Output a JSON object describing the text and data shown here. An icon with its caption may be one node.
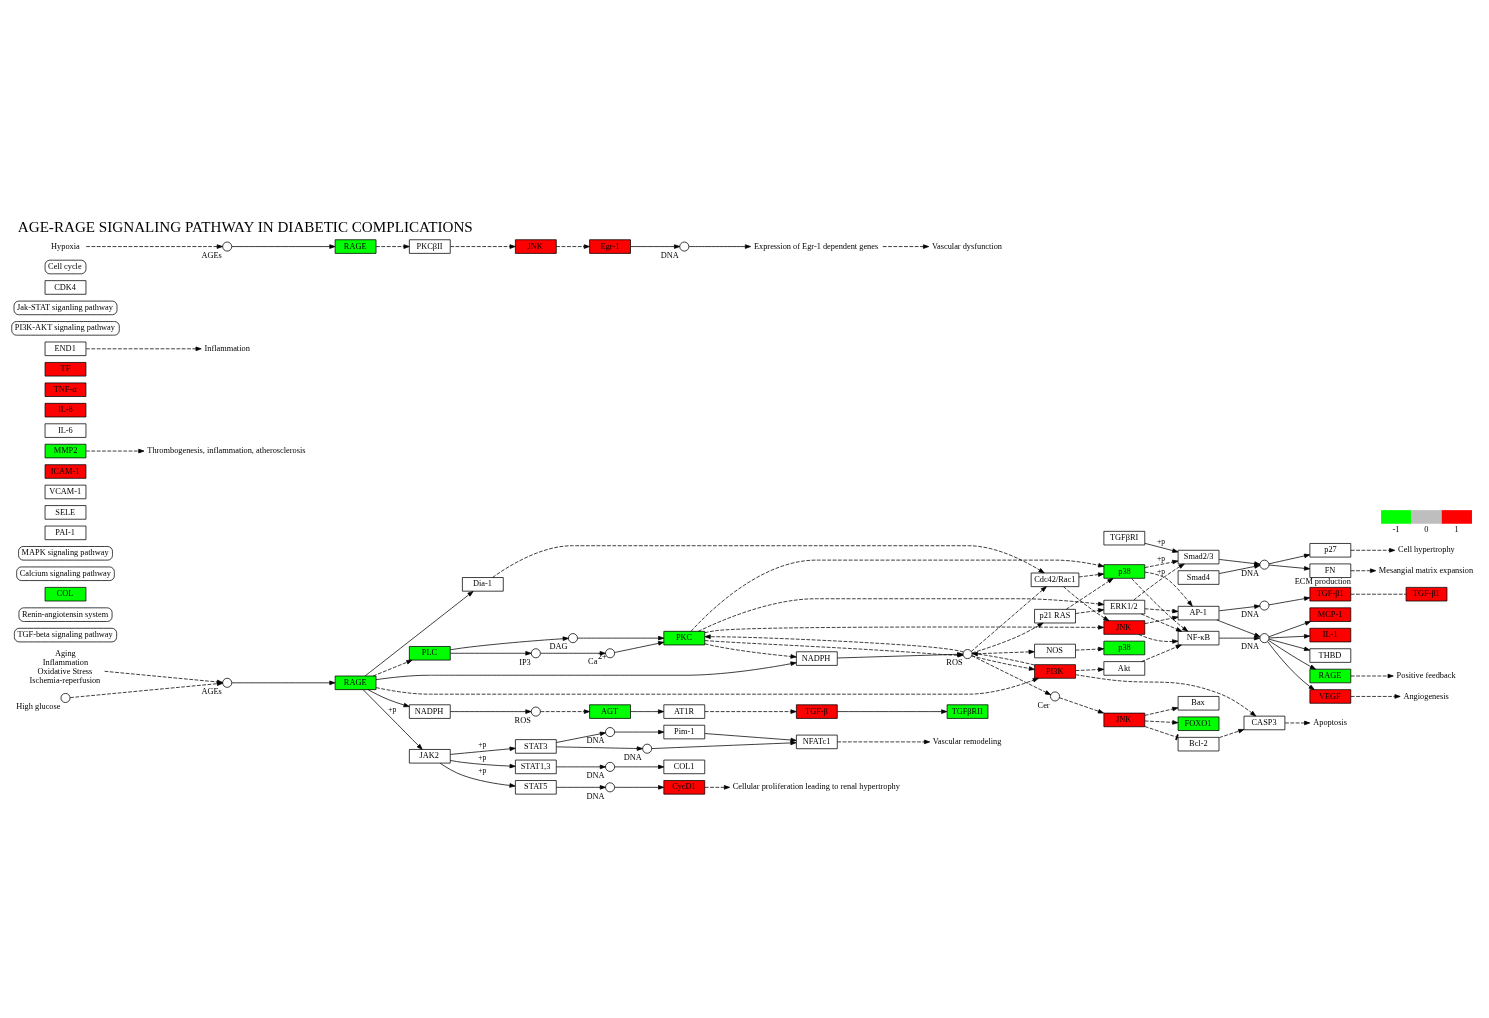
{
  "diagram": {
    "title": "AGE-RAGE SIGNALING PATHWAY IN DIABETIC COMPLICATIONS",
    "nodes": [
      {
        "text": [
          "TGFβRI"
        ]
      },
      {
        "text": [
          "TGFβRII"
        ]
      },
      {
        "text": [
          "TGF-β"
        ]
      },
      {
        "text": [
          "TGF-β1"
        ]
      },
      {
        "text": [
          "AGT"
        ]
      },
      {
        "text": [
          "AT1R"
        ]
      },
      {
        "text": [
          "TGF-beta signaling pathway"
        ]
      },
      {
        "text": [
          "Renin-angiotensin system"
        ]
      },
      {
        "text": [
          "Smad2/3"
        ]
      },
      {
        "text": [
          "Smad4"
        ]
      },
      {
        "text": [],
        "shape": "circle",
        "beside": [
          "DNA"
        ]
      },
      {
        "text": [
          "p27"
        ]
      },
      {
        "text": [
          "FN"
        ],
        "beside": [
          "ECM production"
        ]
      },
      {
        "text": [
          "COL"
        ]
      },
      {
        "text": [
          "Cell hypertrophy"
        ]
      },
      {
        "text": [
          "Mesangial matrix expansion"
        ]
      },
      {
        "text": [],
        "shape": "circle",
        "beside": [
          "ROS"
        ]
      },
      {
        "text": [
          "NADPH"
        ]
      },
      {
        "text": [
          "PLC"
        ]
      },
      {
        "text": [],
        "shape": "circle",
        "beside": [
          "DAG"
        ]
      },
      {
        "text": [],
        "shape": "circle",
        "beside": [
          "IP3"
        ]
      },
      {
        "text": [],
        "shape": "circle",
        "beside": [
          "Ca$^{2+}$"
        ]
      },
      {
        "text": [
          "PKC"
        ]
      },
      {
        "text": [
          "Calcium signaling pathway"
        ]
      },
      {
        "text": [
          "Dia-1"
        ]
      },
      {
        "text": [
          "p21 RAS"
        ]
      },
      {
        "text": [
          "Cdc42/Rac1"
        ]
      },
      {
        "text": [],
        "shape": "circle",
        "beside": [
          "ROS"
        ]
      },
      {
        "text": [
          "ERK1/2"
        ]
      },
      {
        "text": [
          "p38"
        ]
      },
      {
        "text": [
          "JNK"
        ]
      },
      {
        "text": [
          "MAPK signaling pathway"
        ]
      },
      {
        "text": [
          "AP-1"
        ]
      },
      {
        "text": [
          "NF-κB"
        ]
      },
      {
        "text": [],
        "shape": "circle",
        "beside": [
          "DNA"
        ]
      },
      {
        "text": [
          "TGF-β1"
        ]
      },
      {
        "text": [],
        "shape": "circle",
        "beside": [
          "DNA"
        ]
      },
      {
        "text": [
          "RAGE"
        ]
      },
      {
        "text": [
          "VEGF"
        ]
      },
      {
        "text": [
          "MCP-1"
        ]
      },
      {
        "text": [
          "PAI-1"
        ]
      },
      {
        "text": [
          "SELE"
        ]
      },
      {
        "text": [
          "VCAM-1"
        ]
      },
      {
        "text": [
          "ICAM-1"
        ]
      },
      {
        "text": [
          "MMP2"
        ]
      },
      {
        "text": [
          "IL-1"
        ]
      },
      {
        "text": [
          "IL-6"
        ]
      },
      {
        "text": [
          "IL-8"
        ]
      },
      {
        "text": [
          "TNF-α"
        ]
      },
      {
        "text": [
          "TF"
        ]
      },
      {
        "text": [
          "END1"
        ]
      },
      {
        "text": [
          "THBD"
        ]
      },
      {
        "text": [
          "Positive feedback"
        ]
      },
      {
        "text": [
          "Angiogenesis"
        ]
      },
      {
        "text": [
          "Thrombogenesis, inflammation, atherosclerosis"
        ]
      },
      {
        "text": [
          "Inflammation"
        ]
      },
      {
        "text": [
          "Aging",
          "Inflammation",
          "Oxidative Stress",
          "Ischemia-reperfusion"
        ]
      },
      {
        "text": [],
        "shape": "circle",
        "beside": [
          "High glucose"
        ]
      },
      {
        "text": [],
        "shape": "circle",
        "beside": [
          "AGEs"
        ]
      },
      {
        "text": [
          "RAGE"
        ]
      },
      {
        "text": [
          "NADPH"
        ]
      },
      {
        "text": [
          "PI3K"
        ]
      },
      {
        "text": [
          "Akt"
        ]
      },
      {
        "text": [],
        "shape": "circle",
        "beside": [
          "Cer"
        ]
      },
      {
        "text": [
          "NOS"
        ]
      },
      {
        "text": [
          "JNK"
        ]
      },
      {
        "text": [
          "p38"
        ]
      },
      {
        "text": [
          "FOXO1"
        ]
      },
      {
        "text": [
          "Bcl-2"
        ]
      },
      {
        "text": [
          "Bax"
        ]
      },
      {
        "text": [
          "CASP3"
        ]
      },
      {
        "text": [
          "Apoptosis"
        ]
      },
      {
        "text": [
          "PI3K-AKT signaling pathway"
        ]
      },
      {
        "text": [
          "Jak-STAT siganling pathway"
        ]
      },
      {
        "text": [
          "JAK2"
        ]
      },
      {
        "text": [
          "STAT3"
        ]
      },
      {
        "text": [
          "STAT1,3"
        ]
      },
      {
        "text": [
          "STAT5"
        ]
      },
      {
        "text": [],
        "shape": "circle",
        "beside": [
          "DNA"
        ]
      },
      {
        "text": [
          "Pim-1"
        ]
      },
      {
        "text": [],
        "shape": "circle",
        "beside": [
          "DNA"
        ]
      },
      {
        "text": [
          "NFATc1"
        ]
      },
      {
        "text": [
          "Vascular remodeling"
        ]
      },
      {
        "text": [],
        "shape": "circle",
        "beside": [
          "DNA"
        ]
      },
      {
        "text": [
          "COL1"
        ]
      },
      {
        "text": [],
        "shape": "circle",
        "beside": [
          "DNA"
        ]
      },
      {
        "text": [
          "CycD1"
        ]
      },
      {
        "text": [
          "CDK4"
        ]
      },
      {
        "text": [
          "Cell cycle"
        ]
      },
      {
        "text": [
          "Cellular proliferation leading to renal hypertrophy"
        ]
      },
      {
        "text": [
          "Hypoxia"
        ]
      },
      {
        "text": [],
        "shape": "circle",
        "beside": [
          "AGEs"
        ]
      },
      {
        "text": [
          "RAGE"
        ]
      },
      {
        "text": [
          "PKCβII"
        ]
      },
      {
        "text": [
          "JNK"
        ]
      },
      {
        "text": [
          "Egr-1"
        ]
      },
      {
        "text": [],
        "shape": "circle",
        "beside": [
          "DNA"
        ]
      },
      {
        "text": [
          "Expression of Egr-1 dependent genes"
        ]
      },
      {
        "text": [
          "Vascular dysfunction"
        ]
      }
    ],
    "edges": [
      {
        "from": 2,
        "to": 1,
        "arrow": "to"
      },
      {
        "from": 0,
        "to": 8,
        "arrow": "to",
        "label": "+p"
      },
      {
        "from": 8,
        "to": 10,
        "arrow": "to"
      },
      {
        "from": 9,
        "to": 10,
        "arrow": "to"
      },
      {
        "from": 10,
        "to": 11,
        "arrow": "to"
      },
      {
        "from": 10,
        "to": 12,
        "arrow": "to"
      },
      {
        "from": 11,
        "to": 14,
        "arrow": "to",
        "style": "dashed"
      },
      {
        "from": 12,
        "to": 15,
        "arrow": "to",
        "style": "dashed"
      },
      {
        "from": 35,
        "to": 3,
        "arrow": "none",
        "style": "dashed"
      },
      {
        "from": 5,
        "to": 2,
        "arrow": "to",
        "style": "dashed"
      },
      {
        "from": 4,
        "to": 5,
        "arrow": "to"
      },
      {
        "from": 16,
        "to": 4,
        "arrow": "to",
        "style": "dashed"
      },
      {
        "from": 17,
        "to": 16,
        "arrow": "to"
      },
      {
        "from": 59,
        "to": 17,
        "arrow": "to"
      },
      {
        "from": 59,
        "to": 18,
        "arrow": "to",
        "style": "dashed"
      },
      {
        "from": 59,
        "to": 24,
        "arrow": "to"
      },
      {
        "from": 59,
        "to": 60,
        "arrow": "to"
      },
      {
        "from": 59,
        "to": 61,
        "arrow": "to",
        "style": "dashed"
      },
      {
        "from": 59,
        "to": 74,
        "arrow": "to",
        "label": "+p"
      },
      {
        "from": 57,
        "to": 58,
        "arrow": "to",
        "style": "dashed"
      },
      {
        "from": 56,
        "to": 58,
        "arrow": "to",
        "style": "dashed"
      },
      {
        "from": 58,
        "to": 59,
        "arrow": "to"
      },
      {
        "from": 18,
        "to": 19,
        "arrow": "to"
      },
      {
        "from": 18,
        "to": 20,
        "arrow": "to"
      },
      {
        "from": 20,
        "to": 21,
        "arrow": "to"
      },
      {
        "from": 21,
        "to": 22,
        "arrow": "to"
      },
      {
        "from": 19,
        "to": 22,
        "arrow": "to"
      },
      {
        "from": 22,
        "to": 28,
        "arrow": "to",
        "style": "dashed"
      },
      {
        "from": 22,
        "to": 29,
        "arrow": "to",
        "style": "dashed"
      },
      {
        "from": 22,
        "to": 30,
        "arrow": "to",
        "style": "dashed"
      },
      {
        "from": 22,
        "to": 27,
        "arrow": "to",
        "style": "dashed"
      },
      {
        "from": 27,
        "to": 22,
        "arrow": "to",
        "style": "dashed"
      },
      {
        "from": 22,
        "to": 60,
        "arrow": "to",
        "style": "dashed"
      },
      {
        "from": 60,
        "to": 27,
        "arrow": "to"
      },
      {
        "from": 24,
        "to": 26,
        "arrow": "to",
        "style": "dashed"
      },
      {
        "from": 27,
        "to": 25,
        "arrow": "to",
        "style": "dashed"
      },
      {
        "from": 27,
        "to": 26,
        "arrow": "to",
        "style": "dashed"
      },
      {
        "from": 27,
        "to": 61,
        "arrow": "to",
        "style": "dashed"
      },
      {
        "from": 61,
        "to": 27,
        "arrow": "to",
        "style": "dashed"
      },
      {
        "from": 27,
        "to": 63,
        "arrow": "to",
        "style": "dashed"
      },
      {
        "from": 27,
        "to": 64,
        "arrow": "to",
        "style": "dashed"
      },
      {
        "from": 25,
        "to": 28,
        "arrow": "to",
        "style": "dashed"
      },
      {
        "from": 25,
        "to": 29,
        "arrow": "to",
        "style": "dashed"
      },
      {
        "from": 26,
        "to": 29,
        "arrow": "to",
        "style": "dashed"
      },
      {
        "from": 26,
        "to": 30,
        "arrow": "to",
        "style": "dashed"
      },
      {
        "from": 28,
        "to": 8,
        "arrow": "to",
        "style": "dashed",
        "label": "+p"
      },
      {
        "from": 29,
        "to": 8,
        "arrow": "to",
        "style": "dashed",
        "label": "+p"
      },
      {
        "from": 28,
        "to": 32,
        "arrow": "to",
        "style": "dashed"
      },
      {
        "from": 28,
        "to": 33,
        "arrow": "to",
        "style": "dashed"
      },
      {
        "from": 29,
        "to": 32,
        "arrow": "to",
        "style": "dashed"
      },
      {
        "from": 29,
        "to": 33,
        "arrow": "to",
        "style": "dashed"
      },
      {
        "from": 30,
        "to": 32,
        "arrow": "to",
        "style": "dashed"
      },
      {
        "from": 30,
        "to": 33,
        "arrow": "to",
        "style": "dashed"
      },
      {
        "from": 61,
        "to": 62,
        "arrow": "to",
        "style": "dashed"
      },
      {
        "from": 62,
        "to": 33,
        "arrow": "to",
        "style": "dashed"
      },
      {
        "from": 32,
        "to": 34,
        "arrow": "to"
      },
      {
        "from": 32,
        "to": 36,
        "arrow": "to"
      },
      {
        "from": 33,
        "to": 36,
        "arrow": "to"
      },
      {
        "from": 34,
        "to": 35,
        "arrow": "to"
      },
      {
        "from": 36,
        "to": 37,
        "arrow": "to"
      },
      {
        "from": 36,
        "to": 38,
        "arrow": "to"
      },
      {
        "from": 36,
        "to": 39,
        "arrow": "to"
      },
      {
        "from": 36,
        "to": 45,
        "arrow": "to"
      },
      {
        "from": 36,
        "to": 51,
        "arrow": "to"
      },
      {
        "from": 37,
        "to": 52,
        "arrow": "to",
        "style": "dashed"
      },
      {
        "from": 38,
        "to": 53,
        "arrow": "to",
        "style": "dashed"
      },
      {
        "from": 44,
        "to": 54,
        "arrow": "to",
        "style": "dashed"
      },
      {
        "from": 50,
        "to": 55,
        "arrow": "to",
        "style": "dashed"
      },
      {
        "from": 63,
        "to": 65,
        "arrow": "to",
        "style": "dashed"
      },
      {
        "from": 64,
        "to": 66,
        "arrow": "to",
        "style": "dashed"
      },
      {
        "from": 65,
        "to": 67,
        "arrow": "to",
        "style": "dashed"
      },
      {
        "from": 65,
        "to": 68,
        "arrow": "other",
        "style": "dashed"
      },
      {
        "from": 65,
        "to": 69,
        "arrow": "to",
        "style": "dashed"
      },
      {
        "from": 68,
        "to": 70,
        "arrow": "to",
        "style": "dashed"
      },
      {
        "from": 61,
        "to": 70,
        "arrow": "to",
        "style": "dashed"
      },
      {
        "from": 70,
        "to": 71,
        "arrow": "to",
        "style": "dashed"
      },
      {
        "from": 74,
        "to": 75,
        "arrow": "to",
        "label": "+p"
      },
      {
        "from": 74,
        "to": 76,
        "arrow": "to",
        "label": "+p"
      },
      {
        "from": 74,
        "to": 77,
        "arrow": "to",
        "label": "+p"
      },
      {
        "from": 75,
        "to": 78,
        "arrow": "to"
      },
      {
        "from": 75,
        "to": 80,
        "arrow": "to"
      },
      {
        "from": 76,
        "to": 83,
        "arrow": "to"
      },
      {
        "from": 77,
        "to": 85,
        "arrow": "to"
      },
      {
        "from": 78,
        "to": 79,
        "arrow": "to"
      },
      {
        "from": 79,
        "to": 81,
        "arrow": "to"
      },
      {
        "from": 80,
        "to": 81,
        "arrow": "to"
      },
      {
        "from": 81,
        "to": 82,
        "arrow": "to",
        "style": "dashed"
      },
      {
        "from": 83,
        "to": 84,
        "arrow": "to"
      },
      {
        "from": 85,
        "to": 86,
        "arrow": "to"
      },
      {
        "from": 86,
        "to": 89,
        "arrow": "to",
        "style": "dashed"
      },
      {
        "from": 90,
        "to": 91,
        "arrow": "to",
        "style": "dashed"
      },
      {
        "from": 91,
        "to": 92,
        "arrow": "to"
      },
      {
        "from": 92,
        "to": 93,
        "arrow": "to",
        "style": "dashed"
      },
      {
        "from": 93,
        "to": 94,
        "arrow": "to",
        "style": "dashed"
      },
      {
        "from": 94,
        "to": 95,
        "arrow": "to",
        "style": "dashed"
      },
      {
        "from": 95,
        "to": 96,
        "arrow": "to"
      },
      {
        "from": 96,
        "to": 97,
        "arrow": "to"
      },
      {
        "from": 97,
        "to": 98,
        "arrow": "to",
        "style": "dashed"
      }
    ],
    "legend": [
      {
        "text": "-1",
        "color": "#00ff00"
      },
      {
        "text": "0",
        "color": "#bebebe"
      },
      {
        "text": "1",
        "color": "#ff0000"
      }
    ]
  }
}
